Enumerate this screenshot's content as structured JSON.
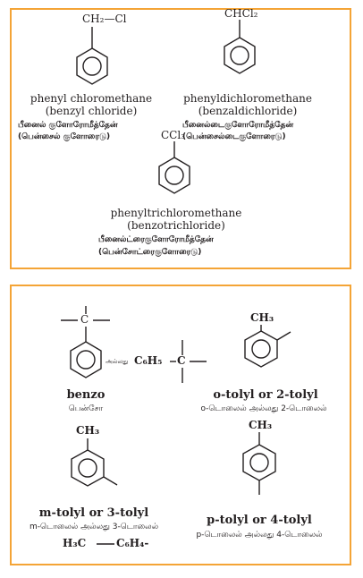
{
  "top_panel": {
    "benzyl": {
      "substituent": "CH₂—Cl",
      "name_line1": "phenyl chloromethane",
      "name_line2": "(benzyl chloride)",
      "tamil_line1": "பீனைல் குளோரோமீத்தேன்",
      "tamil_line2": "(பென்சைல் குளோரைடு)"
    },
    "benzal": {
      "substituent": "CHCl₂",
      "name_line1": "phenyldichloromethane",
      "name_line2": "(benzaldichloride)",
      "tamil_line1": "பீனைல்டைகுளோரோமீத்தேன்",
      "tamil_line2": "(பென்சைல்டைகுளோரைடு)"
    },
    "benzo": {
      "substituent": "CCl₃",
      "name_line1": "phenyltrichloromethane",
      "name_line2": "(benzotrichloride)",
      "tamil_line1": "பீனைல்ட்ரைகுளோரோமீத்தேன்",
      "tamil_line2": "(பென்சோட்ரைகுளோரைடு)"
    }
  },
  "bottom_panel": {
    "benzo": {
      "carbon": "C",
      "name": "benzo",
      "tamil": "பென்சோ",
      "alt_connector": "அல்லது",
      "alt_formula": "C₆H₅",
      "alt_carbon": "C"
    },
    "o_tolyl": {
      "methyl": "CH₃",
      "name": "o-tolyl or 2-tolyl",
      "tamil": "o-டொலைல் அல்லது 2-டொலைல்"
    },
    "m_tolyl": {
      "methyl": "CH₃",
      "name": "m-tolyl or 3-tolyl",
      "tamil": "m-டொலைல் அல்லது 3-டொலைல்",
      "formula_left": "H₃C",
      "formula_right": "C₆H₄-"
    },
    "p_tolyl": {
      "methyl": "CH₃",
      "name": "p-tolyl or 4-tolyl",
      "tamil": "p-டொலைல் அல்லது 4-டொலைல்"
    }
  }
}
